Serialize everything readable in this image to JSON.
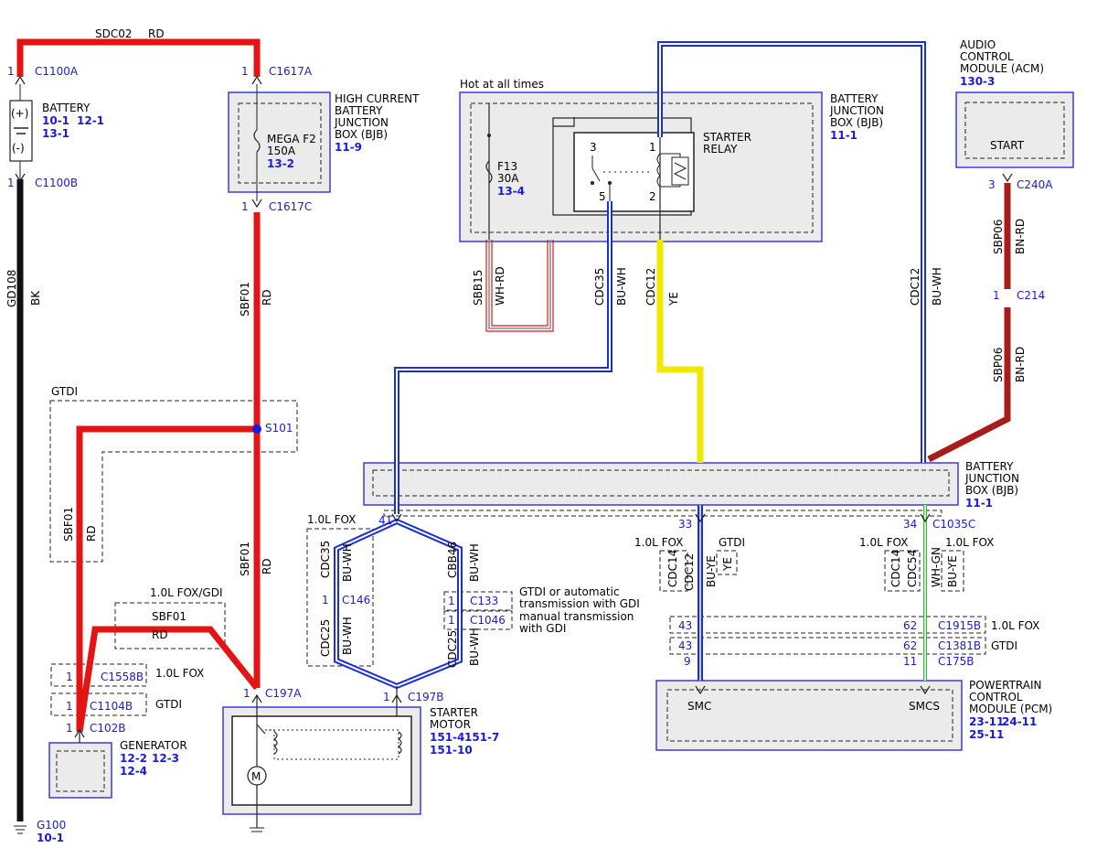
{
  "colors": {
    "red": "#e41414",
    "blue": "#1a2fd6",
    "yellow": "#f0e800",
    "black": "#111111",
    "brown": "#a81c1c",
    "connector_text": "#1a1adc"
  },
  "wires": {
    "sdc02": {
      "circuit": "SDC02",
      "color": "RD"
    },
    "gd108": {
      "circuit": "GD108",
      "color": "BK"
    },
    "sbf01_top": {
      "circuit": "SBF01",
      "color": "RD"
    },
    "sbf01_low": {
      "circuit": "SBF01",
      "color": "RD"
    },
    "sbf01_gtdi": {
      "circuit": "SBF01",
      "color": "RD"
    },
    "sbf01_fox": {
      "circuit": "SBF01",
      "color": "RD"
    },
    "sbb15": {
      "circuit": "SBB15",
      "color": "WH-RD"
    },
    "cdc35_bjb": {
      "circuit": "CDC35",
      "color": "BU-WH"
    },
    "cdc12_ye": {
      "circuit": "CDC12",
      "color": "YE"
    },
    "cdc12_buwh": {
      "circuit": "CDC12",
      "color": "BU-WH"
    },
    "sbp06_top": {
      "circuit": "SBP06",
      "color": "BN-RD"
    },
    "sbp06_low": {
      "circuit": "SBP06",
      "color": "BN-RD"
    },
    "cdc35_motor": {
      "circuit": "CDC35",
      "color": "BU-WH"
    },
    "cdc25_left": {
      "circuit": "CDC25",
      "color": "BU-WH"
    },
    "cbb46": {
      "circuit": "CBB46",
      "color": "BU-WH"
    },
    "cdc25_right": {
      "circuit": "CDC25",
      "color": "BU-WH"
    },
    "cdc14_left": {
      "circuit": "CDC14",
      "color": "BU-YE"
    },
    "cdc12_left": {
      "circuit": "CDC12",
      "color": "YE"
    },
    "cdc14_right": {
      "circuit": "CDC14",
      "color": "WH-GN"
    },
    "cdc54_right": {
      "circuit": "CDC54",
      "color": "BU-YE"
    }
  },
  "connectors": {
    "c1100a": {
      "pin": "1",
      "name": "C1100A"
    },
    "c1100b": {
      "pin": "1",
      "name": "C1100B"
    },
    "c1617a": {
      "pin": "1",
      "name": "C1617A"
    },
    "c1617c": {
      "pin": "1",
      "name": "C1617C"
    },
    "s101": {
      "name": "S101"
    },
    "c240a": {
      "pin": "3",
      "name": "C240A"
    },
    "c214": {
      "pin": "1",
      "name": "C214"
    },
    "c1558b": {
      "pin": "1",
      "name": "C1558B"
    },
    "c1104b": {
      "pin": "1",
      "name": "C1104B"
    },
    "c102b": {
      "pin": "1",
      "name": "C102B"
    },
    "c197a": {
      "pin": "1",
      "name": "C197A"
    },
    "c197b": {
      "pin": "1",
      "name": "C197B"
    },
    "c146": {
      "pin": "1",
      "name": "C146"
    },
    "c133": {
      "pin": "1",
      "name": "C133"
    },
    "c1046": {
      "pin": "1",
      "name": "C1046"
    },
    "c1035c": {
      "pin_left": "33",
      "pin_right": "34",
      "name": "C1035C",
      "pin_motor": "41"
    },
    "c1915b": {
      "pin_left": "43",
      "pin_right": "62",
      "name": "C1915B"
    },
    "c1381b": {
      "pin_left": "43",
      "pin_right": "62",
      "name": "C1381B"
    },
    "c175b": {
      "pin_left": "9",
      "pin_right": "11",
      "name": "C175B"
    },
    "g100": {
      "name": "G100",
      "ref": "10-1"
    }
  },
  "components": {
    "battery": {
      "name": "BATTERY",
      "refs": [
        "10-1",
        "12-1",
        "13-1"
      ],
      "plus": "(+)",
      "minus": "(-)"
    },
    "hcbjb": {
      "name_lines": [
        "HIGH CURRENT",
        "BATTERY",
        "JUNCTION",
        "BOX (BJB)"
      ],
      "ref": "11-9",
      "fuse": "MEGA F2",
      "amps": "150A",
      "fuse_ref": "13-2"
    },
    "bjb_top": {
      "name_lines": [
        "BATTERY",
        "JUNCTION",
        "BOX (BJB)"
      ],
      "ref": "11-1",
      "hot": "Hot at all times",
      "fuse": "F13",
      "amps": "30A",
      "fuse_ref": "13-4",
      "relay_lines": [
        "STARTER",
        "RELAY"
      ],
      "pins": [
        "3",
        "1",
        "5",
        "2"
      ]
    },
    "acm": {
      "name_lines": [
        "AUDIO",
        "CONTROL",
        "MODULE (ACM)"
      ],
      "ref": "130-3",
      "pin_label": "START"
    },
    "bjb_mid": {
      "name_lines": [
        "BATTERY",
        "JUNCTION",
        "BOX (BJB)"
      ],
      "ref": "11-1"
    },
    "generator": {
      "name": "GENERATOR",
      "refs": [
        "12-2",
        "12-3",
        "12-4"
      ]
    },
    "starter": {
      "name_lines": [
        "STARTER",
        "MOTOR"
      ],
      "refs": [
        "151-4",
        "151-7",
        "151-10"
      ]
    },
    "pcm": {
      "name_lines": [
        "POWERTRAIN",
        "CONTROL",
        "MODULE (PCM)"
      ],
      "refs": [
        "23-11",
        "24-11",
        "25-11"
      ],
      "smc": "SMC",
      "smcs": "SMCS"
    }
  },
  "options": {
    "gtdi_box": "GTDI",
    "fox_gdi": "1.0L FOX/GDI",
    "fox_motor": "1.0L FOX",
    "c1558b_opt": "1.0L FOX",
    "c1104b_opt": "GTDI",
    "c133_note": [
      "GTDI or automatic",
      "transmission with GDI",
      "manual transmission",
      "with GDI"
    ],
    "left_fox": "1.0L FOX",
    "left_gtdi": "GTDI",
    "right_fox": "1.0L FOX",
    "right_fox2": "1.0L FOX",
    "c1915b_opt": "1.0L FOX",
    "c1381b_opt": "GTDI"
  }
}
